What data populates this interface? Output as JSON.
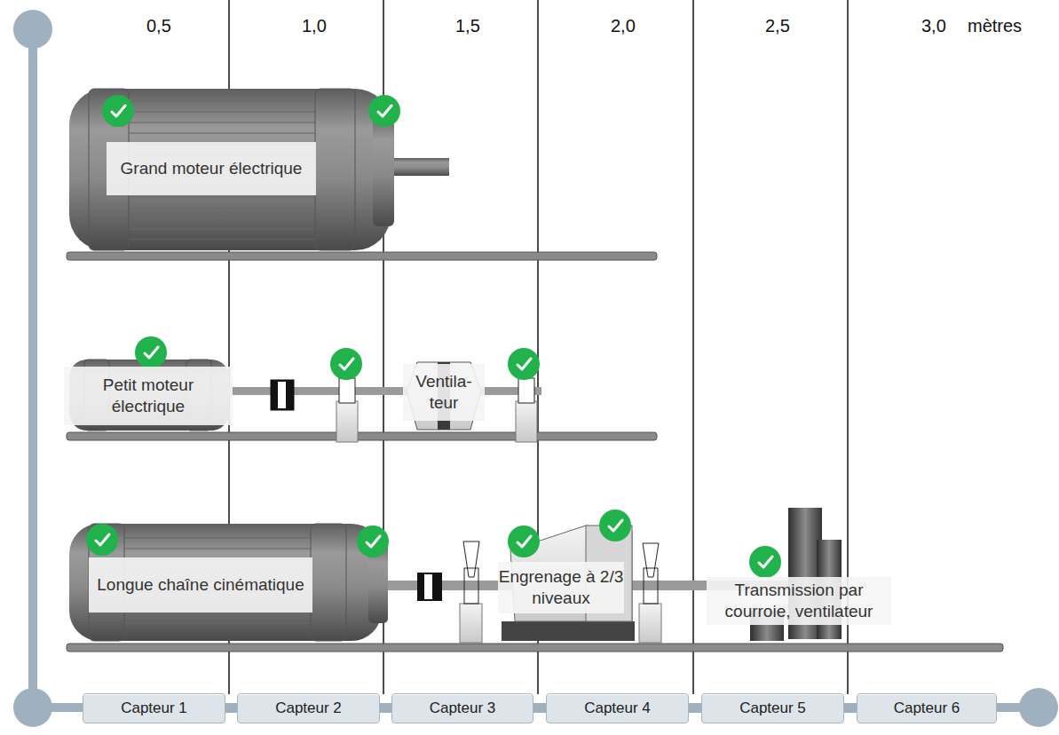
{
  "diagram": {
    "nodes": [
      {
        "text": [
          "Grand moteur électrique"
        ]
      },
      {
        "text": [
          "Petit moteur électrique"
        ]
      },
      {
        "text": [
          "Ventila- teur"
        ]
      },
      {
        "text": [
          "Longue chaîne cinématique"
        ]
      },
      {
        "text": [
          "Engrenage à 2/3 niveaux"
        ]
      },
      {
        "text": [
          "Transmission par courroie, ventilateur"
        ]
      },
      {
        "text": [
          "Capteur 1"
        ]
      },
      {
        "text": [
          "Capteur 2"
        ]
      },
      {
        "text": [
          "Capteur 3"
        ]
      },
      {
        "text": [
          "Capteur 4"
        ]
      },
      {
        "text": [
          "Capteur 5"
        ]
      },
      {
        "text": [
          "Capteur 6"
        ]
      }
    ],
    "edges": [
      {
        "from": 6,
        "to": 7,
        "arrow": "none"
      },
      {
        "from": 7,
        "to": 8,
        "arrow": "none"
      },
      {
        "from": 8,
        "to": 9,
        "arrow": "none"
      },
      {
        "from": 9,
        "to": 10,
        "arrow": "none"
      },
      {
        "from": 10,
        "to": 11,
        "arrow": "none"
      }
    ],
    "labels": [
      "0,5",
      "1,0",
      "1,5",
      "2,0",
      "2,5",
      "3,0",
      "mètres"
    ]
  }
}
